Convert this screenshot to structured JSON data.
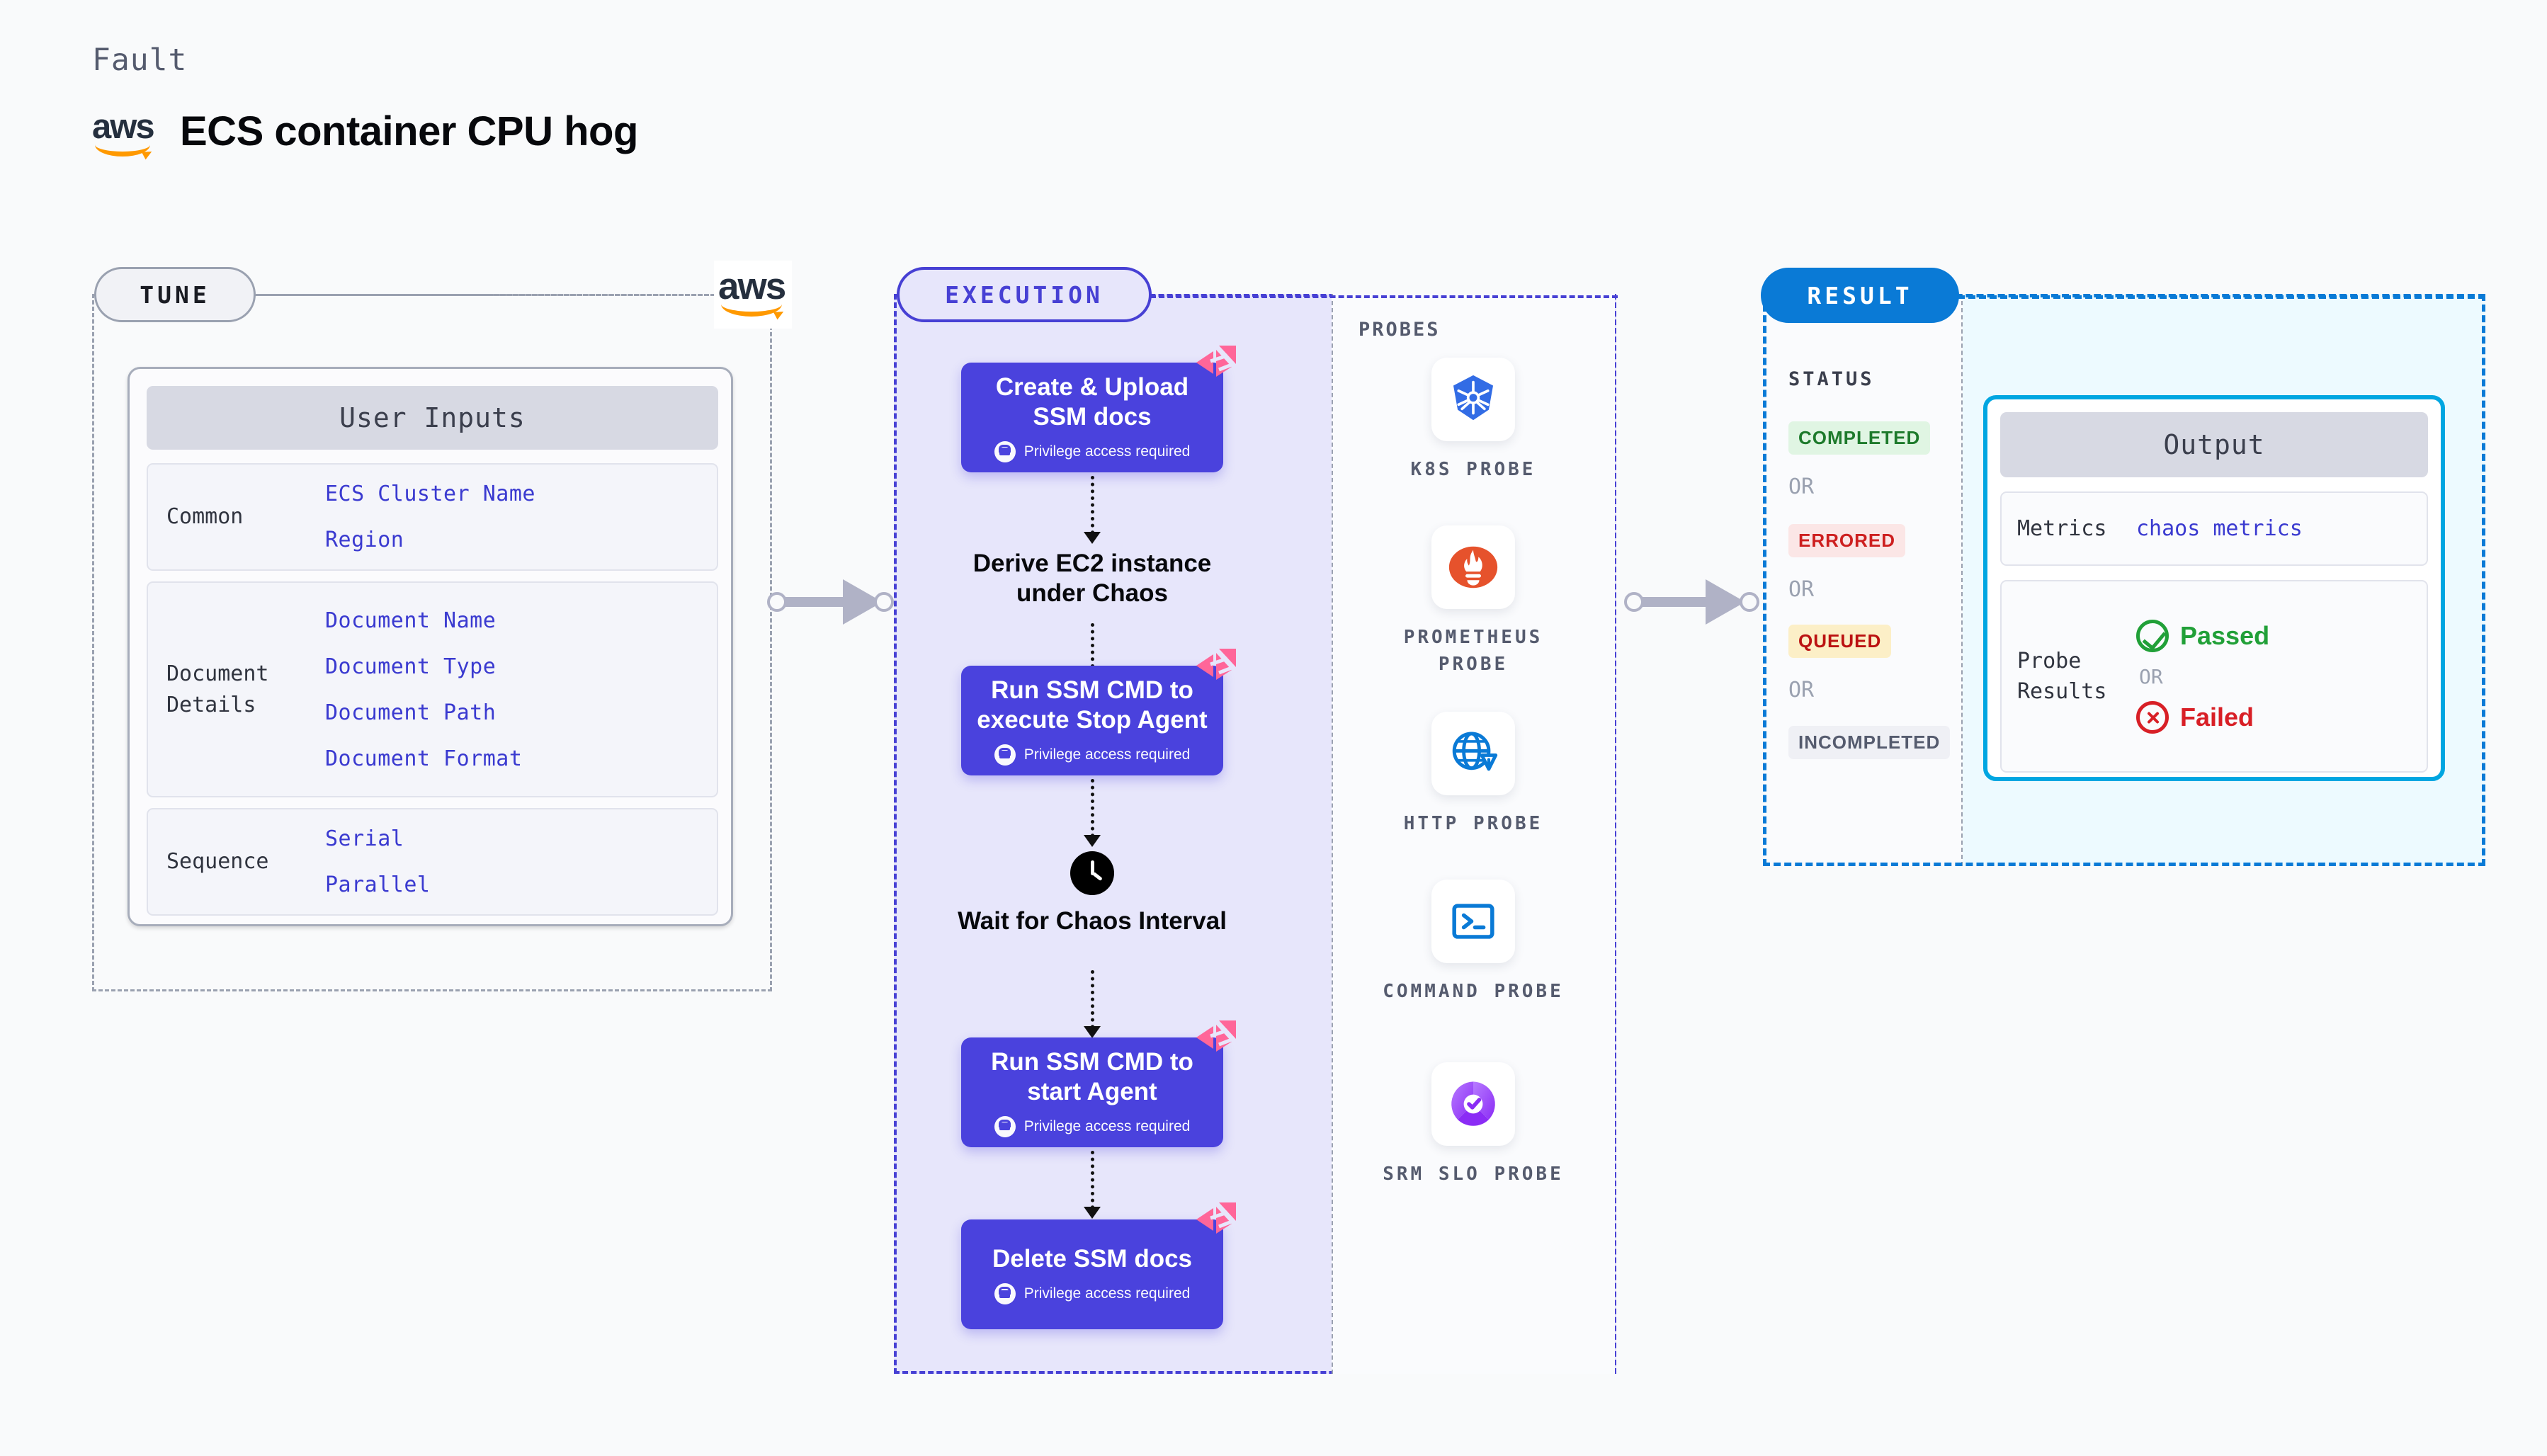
{
  "header": {
    "eyebrow": "Fault",
    "title": "ECS container CPU hog",
    "provider_icon": "aws-logo"
  },
  "tune": {
    "badge": "TUNE",
    "provider_icon": "aws-logo",
    "card_title": "User Inputs",
    "groups": [
      {
        "label": "Common",
        "values": [
          "ECS Cluster Name",
          "Region"
        ]
      },
      {
        "label": "Document\nDetails",
        "values": [
          "Document Name",
          "Document Type",
          "Document Path",
          "Document Format"
        ]
      },
      {
        "label": "Sequence",
        "values": [
          "Serial",
          "Parallel"
        ]
      }
    ]
  },
  "execution": {
    "badge": "EXECUTION",
    "privilege_note": "Privilege access required",
    "steps": [
      {
        "type": "card",
        "title": "Create & Upload SSM docs",
        "note": "Privilege access required",
        "icon": "harness-mark"
      },
      {
        "type": "plain",
        "title": "Derive EC2 instance under Chaos",
        "icon": ""
      },
      {
        "type": "card",
        "title": "Run SSM CMD to execute Stop Agent",
        "note": "Privilege access required",
        "icon": "harness-mark"
      },
      {
        "type": "plain",
        "title": "Wait for Chaos Interval",
        "icon": "clock-icon"
      },
      {
        "type": "card",
        "title": "Run SSM CMD to start Agent",
        "note": "Privilege access required",
        "icon": "harness-mark"
      },
      {
        "type": "card",
        "title": "Delete SSM docs",
        "note": "Privilege access required",
        "icon": "harness-mark"
      }
    ]
  },
  "probes": {
    "label": "PROBES",
    "items": [
      {
        "label": "K8S PROBE",
        "icon": "kubernetes-icon"
      },
      {
        "label": "PROMETHEUS PROBE",
        "icon": "prometheus-icon"
      },
      {
        "label": "HTTP PROBE",
        "icon": "http-globe-icon"
      },
      {
        "label": "COMMAND PROBE",
        "icon": "terminal-icon"
      },
      {
        "label": "SRM SLO PROBE",
        "icon": "srm-slo-icon"
      }
    ]
  },
  "result": {
    "badge": "RESULT",
    "status_label": "STATUS",
    "or_text": "OR",
    "statuses": [
      {
        "label": "COMPLETED",
        "bg": "#e0f5e3",
        "fg": "#1d7a2b"
      },
      {
        "label": "ERRORED",
        "bg": "#fbe6e6",
        "fg": "#cd1f1f"
      },
      {
        "label": "QUEUED",
        "bg": "#fcefc7",
        "fg": "#bb1212"
      },
      {
        "label": "INCOMPLETED",
        "bg": "#eff0f5",
        "fg": "#555b6e"
      }
    ],
    "output": {
      "title": "Output",
      "metrics_label": "Metrics",
      "metrics_value": "chaos metrics",
      "probe_results_label": "Probe\nResults",
      "passed": "Passed",
      "failed": "Failed",
      "or_text": "OR"
    }
  },
  "colors": {
    "execution_purple": "#4740d4",
    "card_purple": "#4a42dd",
    "result_blue": "#0a7ad6",
    "output_border": "#00a6e1",
    "aws_orange": "#ff9900",
    "harness_pink": "#ff6699"
  }
}
